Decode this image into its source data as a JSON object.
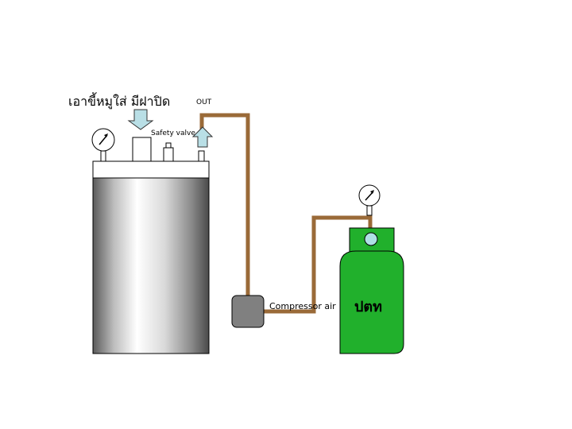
{
  "labels": {
    "thai_instruction": "เอาขี้หมูใส่ มีฝาปิด",
    "out": "OUT",
    "safety_valve": "Safety valve",
    "compressor_air": "Compressor air",
    "tank_label": "ปตท"
  },
  "colors": {
    "pipe": "#9a6a38",
    "tank_green": "#21b02c",
    "tank_dark_green": "#167a1e",
    "compressor": "#808080",
    "arrow_fill": "#b9dfe6",
    "connector": "#aee0e4"
  },
  "icons": {
    "pressure_gauge": "pressure-gauge-icon",
    "arrow_down": "arrow-down-icon",
    "arrow_up": "arrow-up-icon"
  }
}
